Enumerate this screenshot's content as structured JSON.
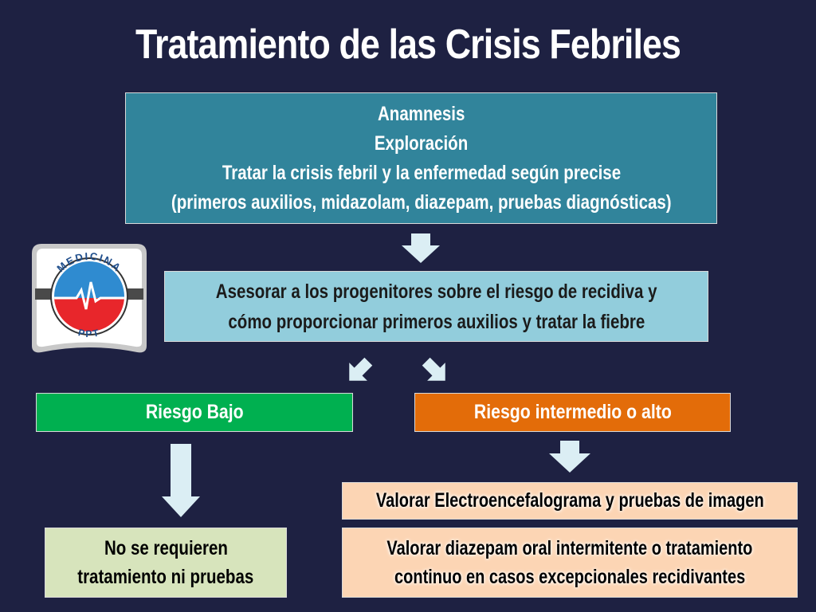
{
  "title": "Tratamiento de las Crisis Febriles",
  "nodes": {
    "assessment": {
      "lines": [
        "Anamnesis",
        "Exploración",
        "Tratar  la crisis  febril  y la enfermedad  según  precise",
        "(primeros  auxilios,  midazolam,  diazepam,  pruebas  diagnósticas)"
      ],
      "color": "#31849b"
    },
    "advise": {
      "lines": [
        "Asesorar  a los progenitores  sobre  el riesgo  de recidiva  y",
        "cómo  proporcionar  primeros  auxilios  y tratar  la fiebre"
      ],
      "color": "#92cddc"
    },
    "low_risk": {
      "label": "Riesgo  Bajo",
      "color": "#00b050"
    },
    "high_risk": {
      "label": "Riesgo  intermedio  o alto",
      "color": "#e36c09"
    },
    "no_treatment": {
      "lines": [
        "No se requieren",
        "tratamiento  ni pruebas"
      ],
      "color": "#d7e4bc"
    },
    "eeg": {
      "label": "Valorar  Electroencefalograma  y pruebas  de imagen",
      "color": "#fcd5b4"
    },
    "diazepam": {
      "lines": [
        "Valorar  diazepam  oral  intermitente  o tratamiento",
        "continuo  en casos  excepcionales  recidivantes"
      ],
      "color": "#fcd5b4"
    }
  },
  "logo": {
    "top_text": "MEDICINA",
    "bottom_text": "PPT",
    "icon": "medicina-ppt-logo"
  },
  "colors": {
    "background": "#1e2142",
    "arrow_fill": "#dbeef4"
  }
}
